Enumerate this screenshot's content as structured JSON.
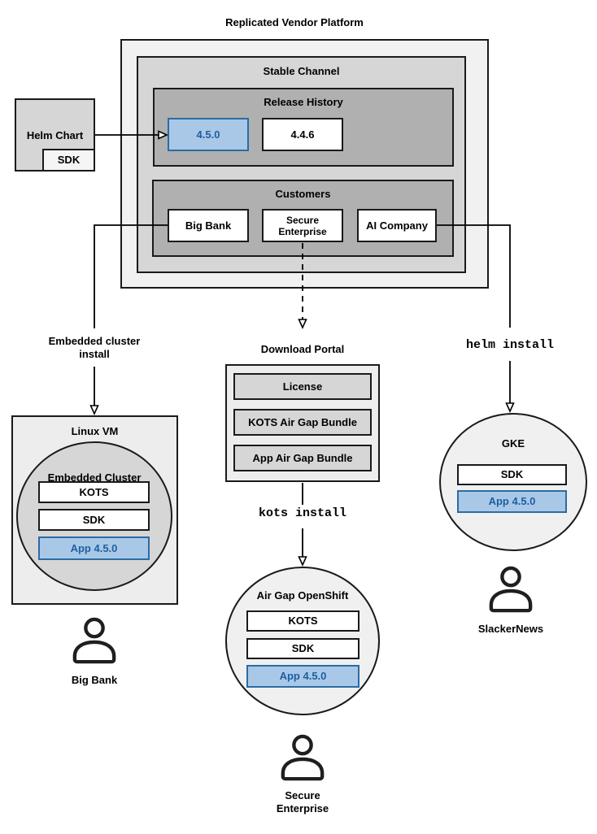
{
  "colors": {
    "accent_fill": "#a9c8e8",
    "accent_border": "#2b6ca3",
    "accent_text": "#1d5f9e",
    "platform_bg": "#f1f1f1",
    "channel_bg": "#d6d6d6",
    "inner_panel_bg": "#b0b0b0",
    "node_bg": "#ededed",
    "line_color": "#1a1a1a"
  },
  "title": "Replicated Vendor Platform",
  "platform": {
    "stable_channel_label": "Stable Channel",
    "release_history_label": "Release History",
    "releases": [
      "4.5.0",
      "4.4.6"
    ],
    "customers_label": "Customers",
    "customers": [
      "Big Bank",
      "Secure Enterprise",
      "AI Company"
    ]
  },
  "helm_chart": {
    "label": "Helm Chart",
    "sdk_label": "SDK"
  },
  "left_flow": {
    "arrow_label": "Embedded cluster install",
    "vm_label": "Linux VM",
    "cluster_label": "Embedded Cluster",
    "components": [
      "KOTS",
      "SDK",
      "App 4.5.0"
    ],
    "user_label": "Big Bank"
  },
  "middle_flow": {
    "portal_label": "Download Portal",
    "portal_items": [
      "License",
      "KOTS Air Gap Bundle",
      "App Air Gap Bundle"
    ],
    "command_label": "kots install",
    "cluster_label": "Air Gap OpenShift",
    "components": [
      "KOTS",
      "SDK",
      "App 4.5.0"
    ],
    "user_label": "Secure Enterprise"
  },
  "right_flow": {
    "command_label": "helm install",
    "cluster_label": "GKE",
    "components": [
      "SDK",
      "App 4.5.0"
    ],
    "user_label": "SlackerNews"
  }
}
